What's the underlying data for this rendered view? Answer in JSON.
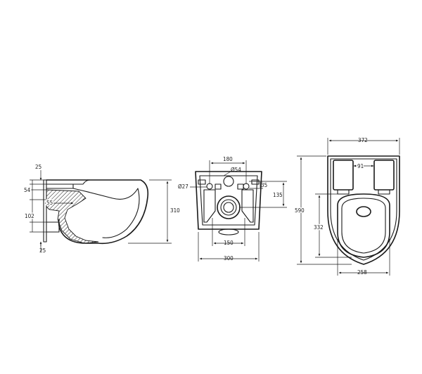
{
  "side_view": {
    "dim_top_25": "25",
    "dim_54": "54",
    "dim_55": "55",
    "dim_102": "102",
    "dim_bottom_25": "25",
    "dim_height_310": "310"
  },
  "rear_view": {
    "dim_180": "180",
    "dim_54_dia": "Ø54",
    "dim_27_dia": "Ø27",
    "dim_35": "35",
    "dim_135": "135",
    "dim_150": "150",
    "dim_300": "300"
  },
  "top_view": {
    "dim_372": "372",
    "dim_91": "91",
    "dim_590": "590",
    "dim_332": "332",
    "dim_258": "258"
  }
}
